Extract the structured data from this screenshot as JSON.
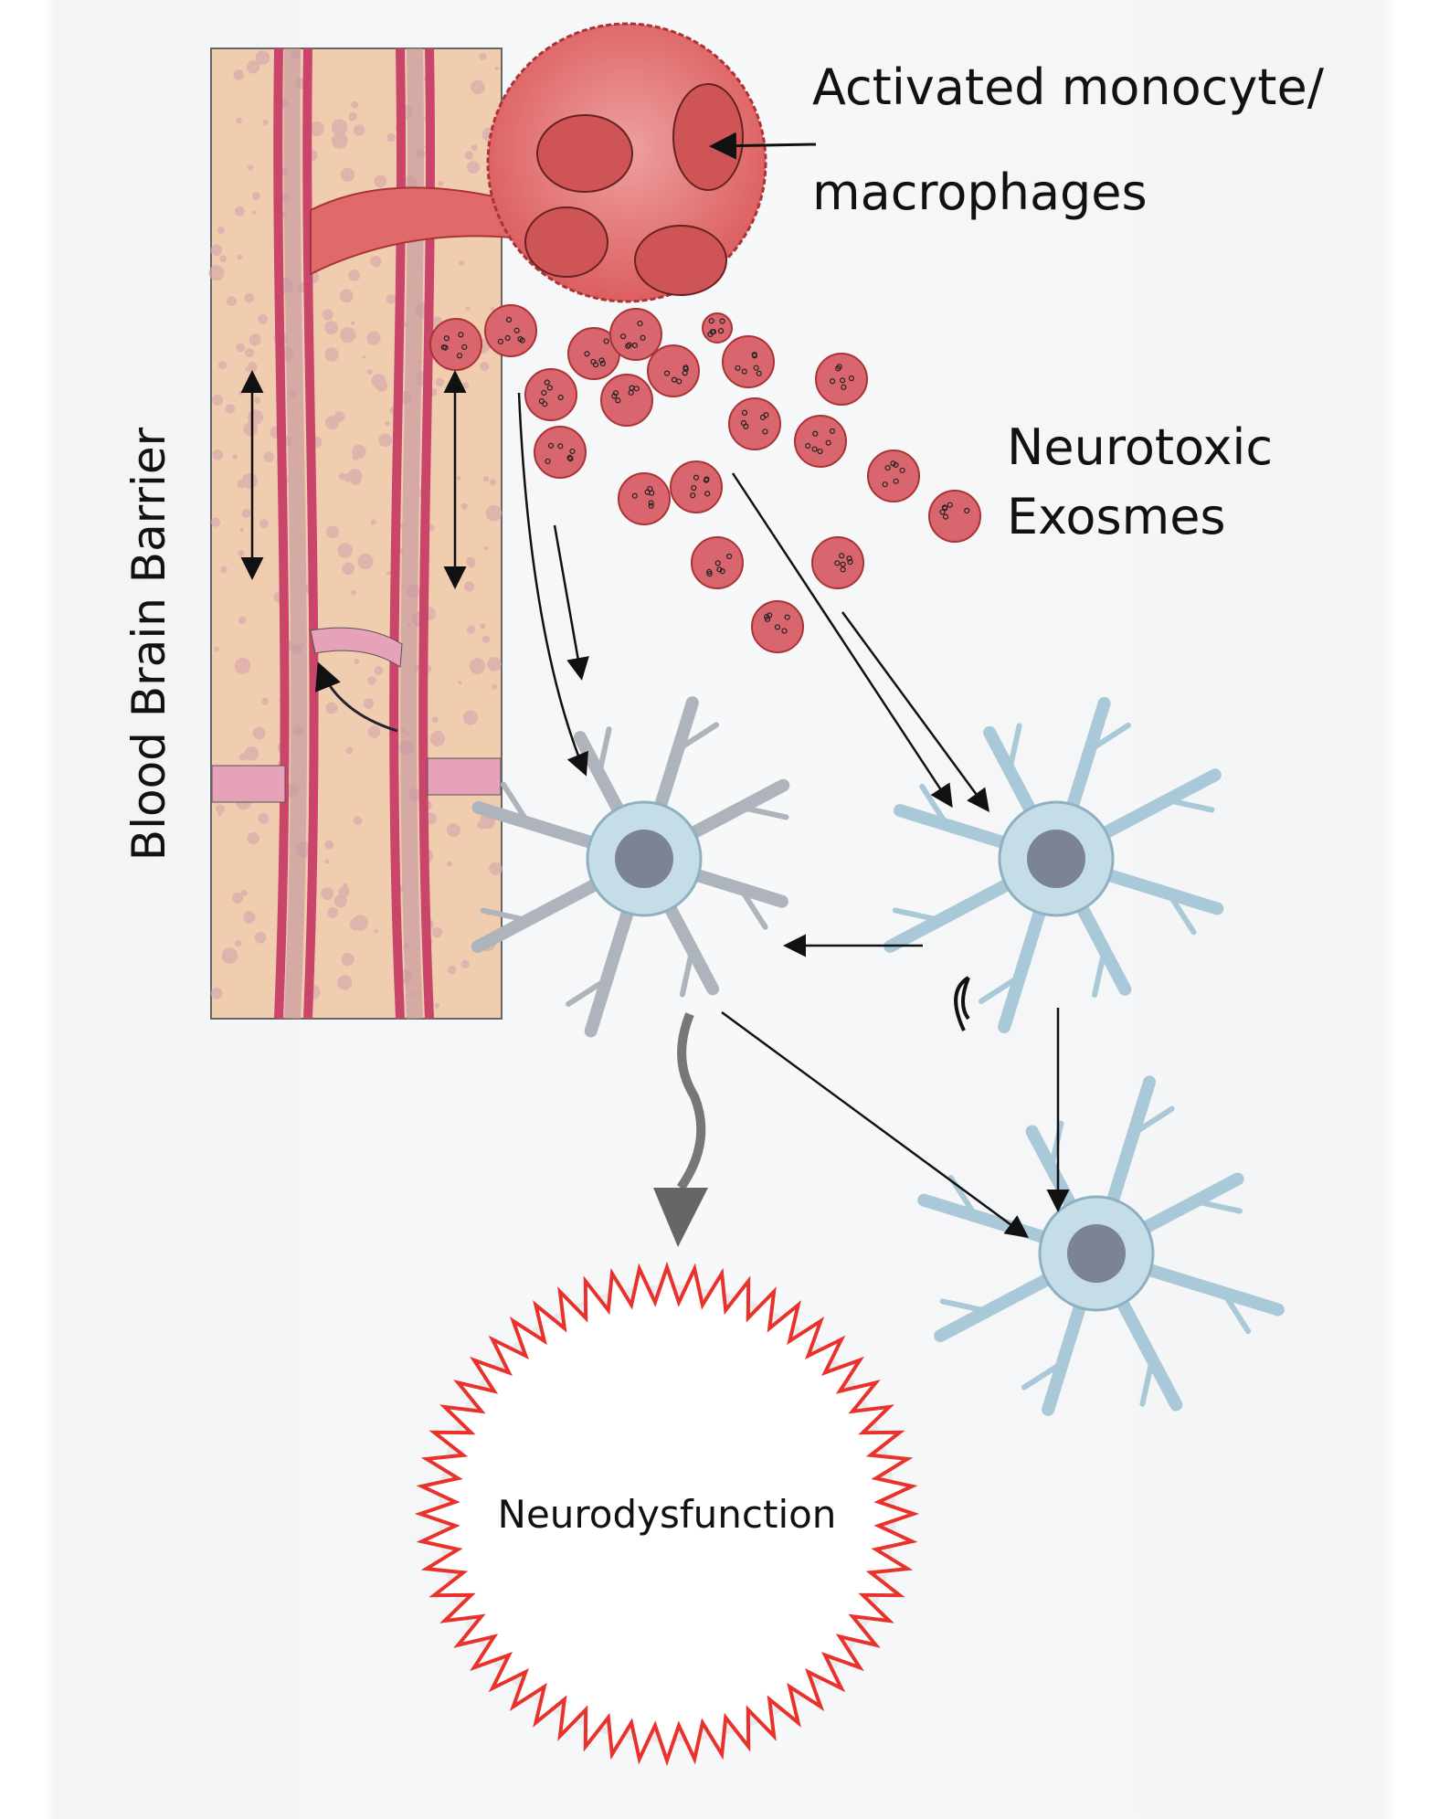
{
  "labels": {
    "monocyte_line1": "Activated monocyte/",
    "monocyte_line2": "macrophages",
    "exosomes_line1": "Neurotoxic",
    "exosomes_line2": "Exosmes",
    "bbb": "Blood Brain Barrier",
    "outcome": "Neurodysfunction"
  },
  "colors": {
    "tissue": "#f1cdb0",
    "vessel": "#c9456a",
    "monocyte": "#e06a6a",
    "exosome": "#d9666e",
    "astrocyte_grey": "#aeb4bc",
    "astrocyte_blue": "#a9c8d8",
    "spike": "#e8322b"
  }
}
